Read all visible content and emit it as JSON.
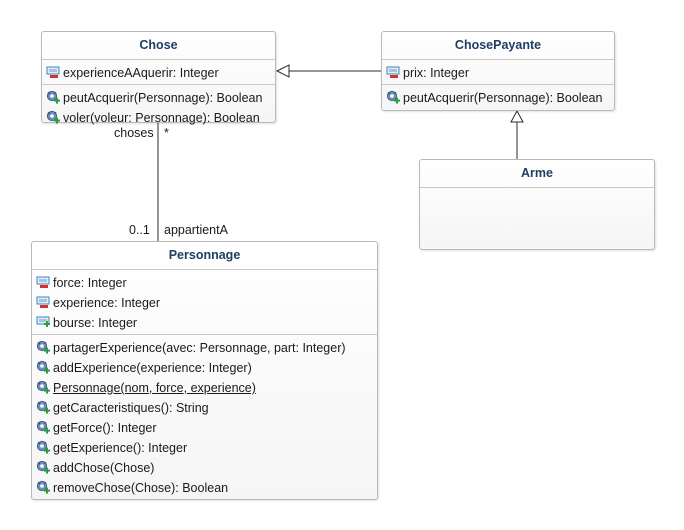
{
  "colors": {
    "title": "#1e3f63",
    "border": "#b9b9b9",
    "line": "#2b2b2b"
  },
  "classes": {
    "chose": {
      "name": "Chose",
      "attributes": [
        {
          "icon": "private-attribute-icon",
          "text": "experienceAAquerir: Integer"
        }
      ],
      "operations": [
        {
          "icon": "public-operation-icon",
          "text": "peutAcquerir(Personnage): Boolean"
        },
        {
          "icon": "public-operation-icon",
          "text": "voler(voleur: Personnage): Boolean"
        }
      ]
    },
    "chosePayante": {
      "name": "ChosePayante",
      "attributes": [
        {
          "icon": "private-attribute-icon",
          "text": "prix: Integer"
        }
      ],
      "operations": [
        {
          "icon": "public-operation-icon",
          "text": "peutAcquerir(Personnage): Boolean"
        }
      ]
    },
    "arme": {
      "name": "Arme"
    },
    "personnage": {
      "name": "Personnage",
      "attributes": [
        {
          "icon": "private-attribute-icon",
          "text": "force: Integer"
        },
        {
          "icon": "private-attribute-icon",
          "text": "experience: Integer"
        },
        {
          "icon": "public-attribute-icon",
          "text": "bourse: Integer"
        }
      ],
      "operations": [
        {
          "icon": "public-operation-icon",
          "text": "partagerExperience(avec: Personnage, part: Integer)"
        },
        {
          "icon": "public-operation-icon",
          "text": "addExperience(experience: Integer)"
        },
        {
          "icon": "public-operation-icon",
          "text": "Personnage(nom, force, experience)"
        },
        {
          "icon": "public-operation-icon",
          "text": "getCaracteristiques(): String"
        },
        {
          "icon": "public-operation-icon",
          "text": "getForce(): Integer"
        },
        {
          "icon": "public-operation-icon",
          "text": "getExperience(): Integer"
        },
        {
          "icon": "public-operation-icon",
          "text": "addChose(Chose)"
        },
        {
          "icon": "public-operation-icon",
          "text": "removeChose(Chose): Boolean"
        }
      ]
    }
  },
  "association": {
    "top_role": "choses",
    "top_multiplicity": "*",
    "bottom_multiplicity": "0..1",
    "bottom_role": "appartientA"
  }
}
